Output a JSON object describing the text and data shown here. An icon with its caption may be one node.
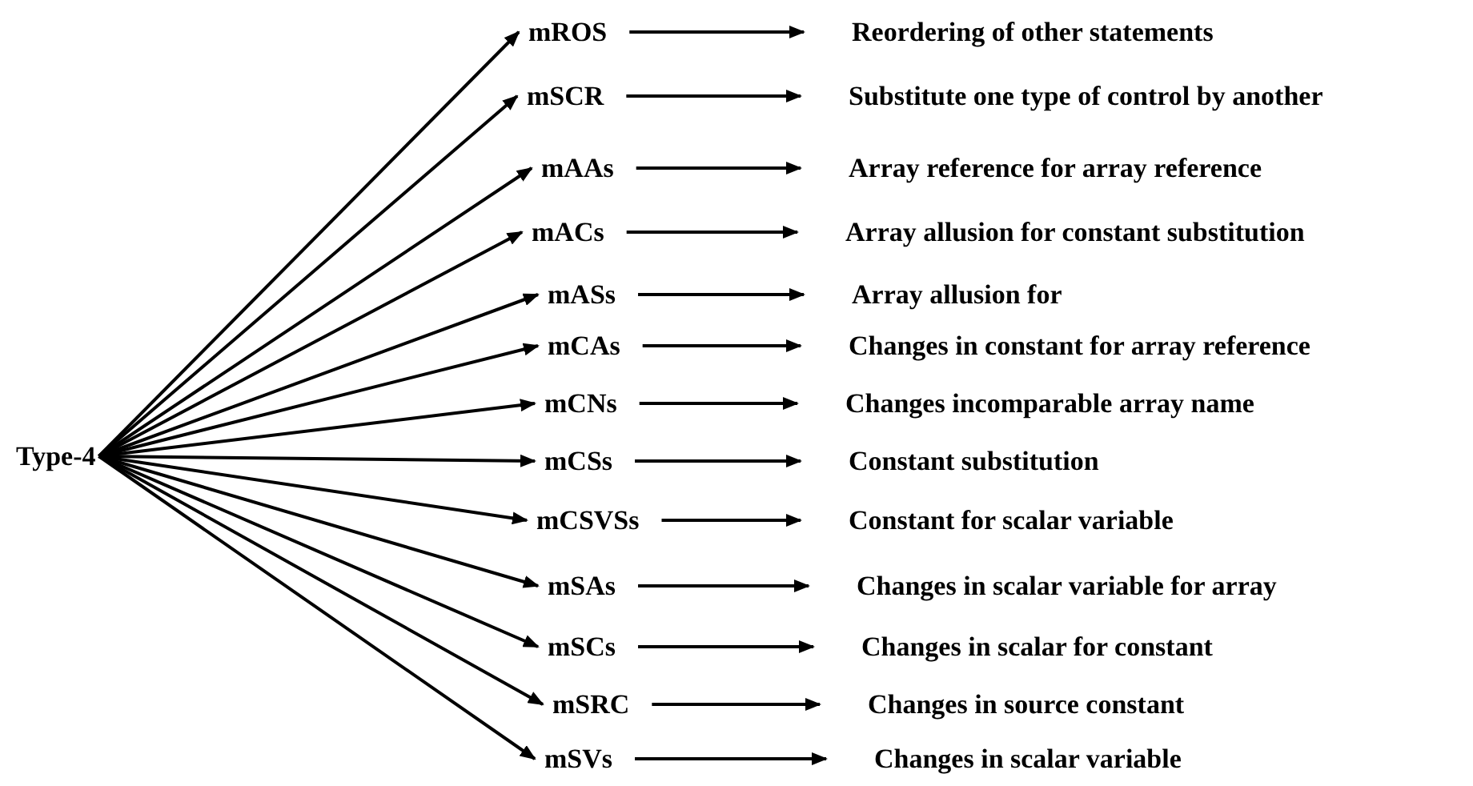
{
  "diagram": {
    "nodes": [
      {
        "text": [
          "Type-4"
        ]
      },
      {
        "text": [
          "mROS"
        ]
      },
      {
        "text": [
          "mSCR"
        ]
      },
      {
        "text": [
          "mAAs"
        ]
      },
      {
        "text": [
          "mACs"
        ]
      },
      {
        "text": [
          "mASs"
        ]
      },
      {
        "text": [
          "mCAs"
        ]
      },
      {
        "text": [
          "mCNs"
        ]
      },
      {
        "text": [
          "mCSs"
        ]
      },
      {
        "text": [
          "mCSVSs"
        ]
      },
      {
        "text": [
          "mSAs"
        ]
      },
      {
        "text": [
          "mSCs"
        ]
      },
      {
        "text": [
          "mSRC"
        ]
      },
      {
        "text": [
          "mSVs"
        ]
      },
      {
        "text": [
          "Reordering of other statements"
        ]
      },
      {
        "text": [
          "Substitute one type of control by another"
        ]
      },
      {
        "text": [
          "Array reference for array reference"
        ]
      },
      {
        "text": [
          "Array allusion for constant substitution"
        ]
      },
      {
        "text": [
          "Array allusion for"
        ]
      },
      {
        "text": [
          "Changes in constant for array reference"
        ]
      },
      {
        "text": [
          "Changes incomparable array name"
        ]
      },
      {
        "text": [
          "Constant substitution"
        ]
      },
      {
        "text": [
          "Constant for scalar variable"
        ]
      },
      {
        "text": [
          "Changes in scalar variable for array"
        ]
      },
      {
        "text": [
          "Changes in scalar for constant"
        ]
      },
      {
        "text": [
          "Changes in source constant"
        ]
      },
      {
        "text": [
          "Changes in scalar variable"
        ]
      }
    ],
    "edges": [
      {
        "from": 0,
        "to": 1,
        "arrow": "to"
      },
      {
        "from": 0,
        "to": 2,
        "arrow": "to"
      },
      {
        "from": 0,
        "to": 3,
        "arrow": "to"
      },
      {
        "from": 0,
        "to": 4,
        "arrow": "to"
      },
      {
        "from": 0,
        "to": 5,
        "arrow": "to"
      },
      {
        "from": 0,
        "to": 6,
        "arrow": "to"
      },
      {
        "from": 0,
        "to": 7,
        "arrow": "to"
      },
      {
        "from": 0,
        "to": 8,
        "arrow": "to"
      },
      {
        "from": 0,
        "to": 9,
        "arrow": "to"
      },
      {
        "from": 0,
        "to": 10,
        "arrow": "to"
      },
      {
        "from": 0,
        "to": 11,
        "arrow": "to"
      },
      {
        "from": 0,
        "to": 12,
        "arrow": "to"
      },
      {
        "from": 0,
        "to": 13,
        "arrow": "to"
      },
      {
        "from": 1,
        "to": 14,
        "arrow": "to"
      },
      {
        "from": 2,
        "to": 15,
        "arrow": "to"
      },
      {
        "from": 3,
        "to": 16,
        "arrow": "to"
      },
      {
        "from": 4,
        "to": 17,
        "arrow": "to"
      },
      {
        "from": 5,
        "to": 18,
        "arrow": "to"
      },
      {
        "from": 6,
        "to": 19,
        "arrow": "to"
      },
      {
        "from": 7,
        "to": 20,
        "arrow": "to"
      },
      {
        "from": 8,
        "to": 21,
        "arrow": "to"
      },
      {
        "from": 9,
        "to": 22,
        "arrow": "to"
      },
      {
        "from": 10,
        "to": 23,
        "arrow": "to"
      },
      {
        "from": 11,
        "to": 24,
        "arrow": "to"
      },
      {
        "from": 12,
        "to": 25,
        "arrow": "to"
      },
      {
        "from": 13,
        "to": 26,
        "arrow": "to"
      }
    ]
  }
}
